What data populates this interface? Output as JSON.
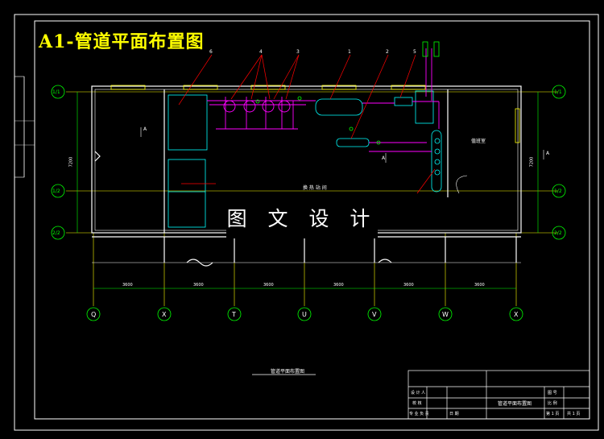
{
  "title": "A1-管道平面布置图",
  "watermark": "图 文 设 计",
  "row_axes": [
    "1/1",
    "1/2",
    "2/2"
  ],
  "column_axes": [
    "Q",
    "X",
    "T",
    "U",
    "V",
    "W",
    "X"
  ],
  "column_dimensions": [
    "3600",
    "3600",
    "3600",
    "3600",
    "3600",
    "3600"
  ],
  "left_dimension": "7200",
  "right_dimension": "7200",
  "callouts": [
    "6",
    "4",
    "3",
    "1",
    "2",
    "5"
  ],
  "room_labels": {
    "hall": "换 热 站 间",
    "right_room": "值班室"
  },
  "section_marks": [
    "A",
    "A",
    "A"
  ],
  "drawing_caption": "管道平面布置图",
  "title_block": {
    "designer": "设 计 人",
    "checker": "校 核",
    "drawing_name": "管道平面布置图",
    "right_top": "图 号",
    "right_mid": "比 例",
    "right_bottom": "第 1 页",
    "right_bottom_2": "共 1 页",
    "bottom_left": "专 业 负 责",
    "bottom_mid": "日 期"
  },
  "colors": {
    "grid": "#ffff00",
    "walls": "#ffffff",
    "pipes": "#ff00ff",
    "equipment": "#00ffff",
    "axes": "#00ff00",
    "leaders": "#ff0000"
  }
}
